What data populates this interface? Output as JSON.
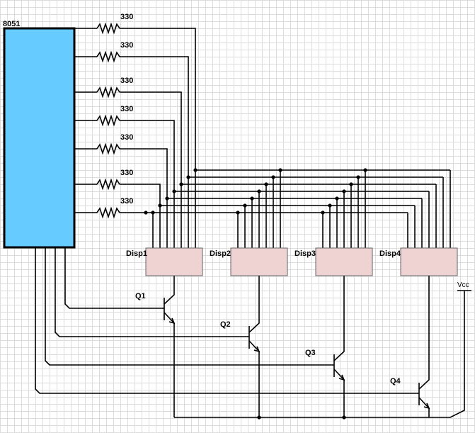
{
  "mcu": {
    "label": "8051"
  },
  "resistors": [
    "330",
    "330",
    "330",
    "330",
    "330",
    "330",
    "330"
  ],
  "displays": [
    "Disp1",
    "Disp2",
    "Disp3",
    "Disp4"
  ],
  "transistors": [
    "Q1",
    "Q2",
    "Q3",
    "Q4"
  ],
  "supply": {
    "label": "Vcc"
  },
  "colors": {
    "mcu_fill": "#66ccff",
    "display_fill": "#efd3d3",
    "wire": "#000000",
    "grid": "#dcdcdc"
  }
}
